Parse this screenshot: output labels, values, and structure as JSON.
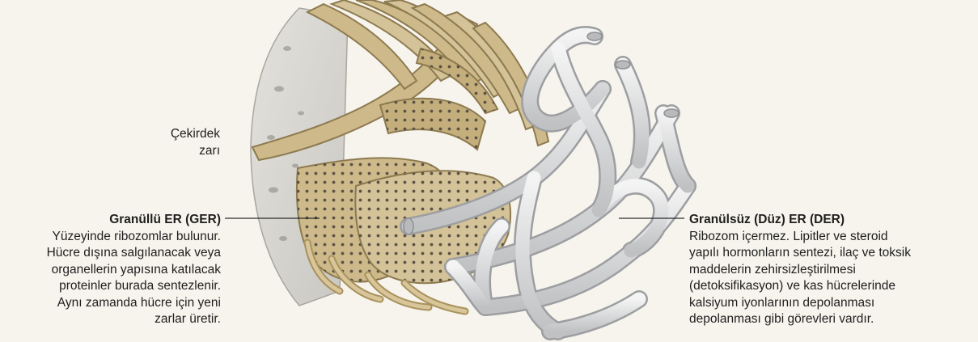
{
  "labels": {
    "nucleus": {
      "text": "Çekirdek\nzarı"
    },
    "ger": {
      "title": "Granüllü ER (GER)",
      "body": "Yüzeyinde ribozomlar bulunur.\nHücre dışına salgılanacak veya\norganellerin yapısına katılacak\nproteinler burada sentezlenir.\nAynı zamanda hücre için yeni\nzarlar üretir."
    },
    "der": {
      "title": "Granülsüz (Düz) ER (DER)",
      "body": "Ribozom içermez. Lipitler ve steroid\nyapılı hormonların sentezi, ilaç ve toksik\nmaddelerin zehirsizleştirilmesi\n(detoksifikasyon) ve kas hücrelerinde\nkalsiyum iyonlarının depolanması\ndepolanması gibi görevleri vardır."
    }
  },
  "colors": {
    "background": "#f7f4ed",
    "nucleus": "#dcdad5",
    "rough_er": "#cdb98a",
    "ribosome": "#5a5244",
    "smooth_er": "#dedfe0",
    "leader_line": "#2a2a2a"
  }
}
